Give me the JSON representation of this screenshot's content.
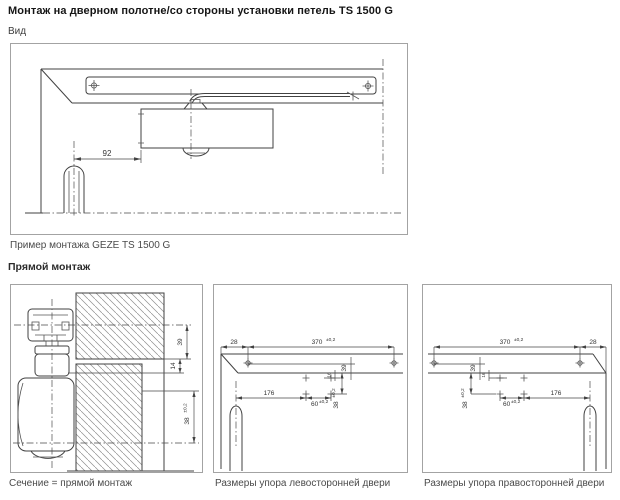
{
  "title": "Монтаж на дверном полотне/со стороны установки петель TS 1500 G",
  "view_label": "Вид",
  "direct_mount_heading": "Прямой монтаж",
  "main_view": {
    "caption": "Пример монтажа GEZE TS 1500 G",
    "dims": {
      "hinge_to_body": "92"
    }
  },
  "section_view": {
    "caption": "Сечение = прямой монтаж",
    "dims": {
      "rail_axis_to_frame": "39",
      "frame_to_arm": "14",
      "body_axis": "38",
      "body_axis_tol": "±0,2"
    }
  },
  "left_door": {
    "caption": "Размеры упора левосторонней двери",
    "dims": {
      "edge_offset": "28",
      "hole_span": "370",
      "hole_span_tol": "±0,2",
      "hinge_to_holes": "176",
      "pair_spacing": "60",
      "pair_spacing_tol": "±0,2",
      "rail_axis": "39",
      "row_gap": "16",
      "top_to_row": "38",
      "top_to_row_tol": "±0,2"
    }
  },
  "right_door": {
    "caption": "Размеры упора правосторонней двери",
    "dims": {
      "edge_offset": "28",
      "hole_span": "370",
      "hole_span_tol": "±0,2",
      "hinge_to_holes": "176",
      "pair_spacing": "60",
      "pair_spacing_tol": "±0,2",
      "rail_axis": "39",
      "row_gap": "16",
      "top_to_row": "38",
      "top_to_row_tol": "±0,2"
    }
  },
  "colors": {
    "line": "#424242",
    "hatch": "#8f8f8f",
    "panel_border": "#a3a3a3",
    "caption_text": "#4a4a4a"
  }
}
